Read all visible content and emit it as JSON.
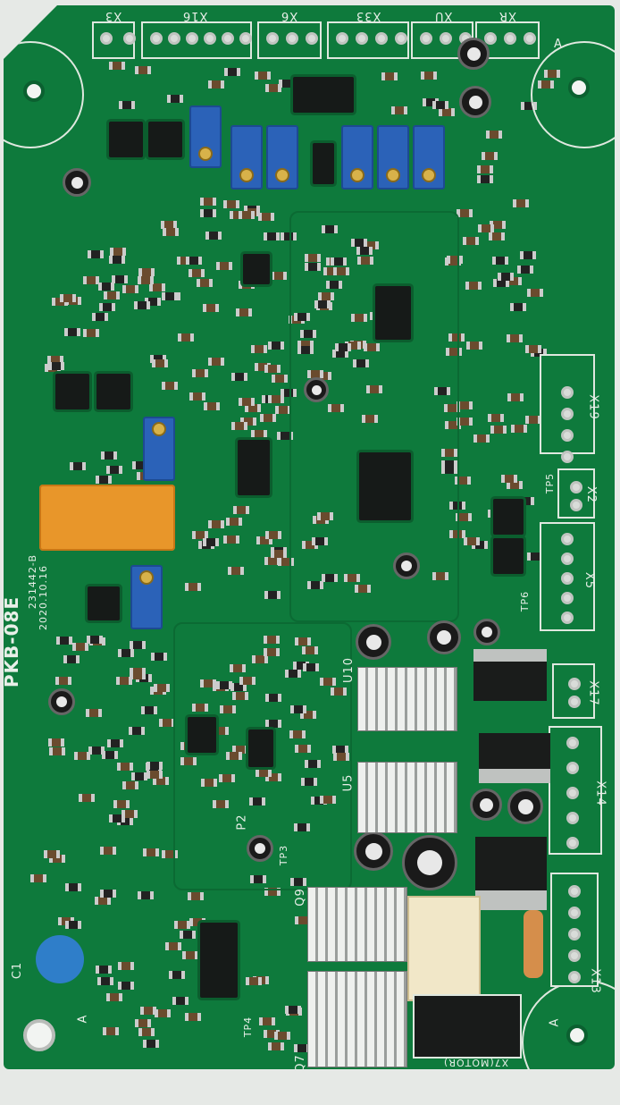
{
  "board": {
    "model": "PKB-08E",
    "code": "231442-B",
    "date": "2020.10.16"
  },
  "connectors_top": [
    "X3",
    "X16",
    "X6",
    "X33",
    "XU",
    "XR"
  ],
  "connectors_right": [
    "X19",
    "X2",
    "X5",
    "X17",
    "X14",
    "X13"
  ],
  "motor_connector": "X7(MOTOR)",
  "labels": {
    "c1": "C1",
    "tp5": "TP5",
    "tp6": "TP6",
    "tp3": "TP3",
    "tp4": "TP4",
    "u10": "U10",
    "u5": "U5",
    "q9": "Q9",
    "q7": "Q7",
    "p2": "P2",
    "a1": "A",
    "a2": "A",
    "a3": "A"
  },
  "colors": {
    "pcb": "#0e7a3c",
    "relay": "#e8962a",
    "pot": "#2b62b8"
  }
}
